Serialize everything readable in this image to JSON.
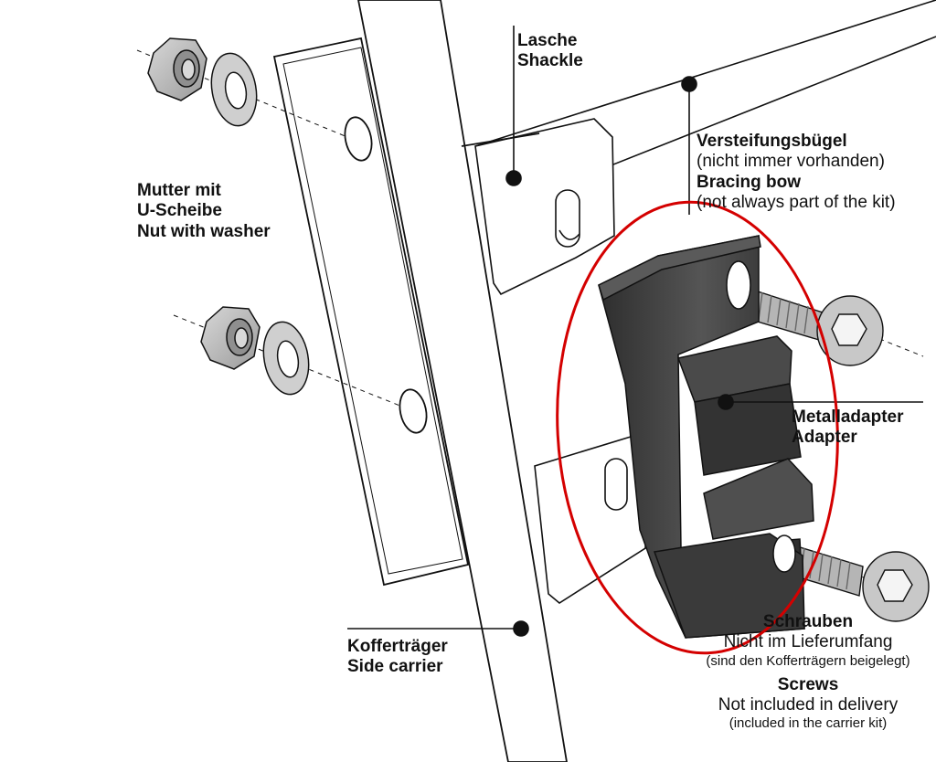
{
  "labels": {
    "shackle": {
      "de": "Lasche",
      "en": "Shackle"
    },
    "bracing_bow": {
      "de": "Versteifungsbügel",
      "de_note": "(nicht immer vorhanden)",
      "en": "Bracing bow",
      "en_note": "(not always part of the kit)"
    },
    "nut_with_washer": {
      "de_line1": "Mutter mit",
      "de_line2": "U-Scheibe",
      "en": "Nut with washer"
    },
    "adapter": {
      "de": "Metalladapter",
      "en": "Adapter"
    },
    "side_carrier": {
      "de": "Kofferträger",
      "en": "Side carrier"
    },
    "screws": {
      "de": "Schrauben",
      "de_note": "Nicht im Lieferumfang",
      "de_subnote": "(sind den Kofferträgern beigelegt)",
      "en": "Screws",
      "en_note": "Not included in delivery",
      "en_subnote": "(included in the carrier kit)"
    }
  },
  "colors": {
    "line": "#111111",
    "metal_part": "#3b3b3b",
    "metal_highlight": "#6a6a6a",
    "hardware": "#bdbdbd",
    "highlight_ellipse": "#d40000"
  }
}
